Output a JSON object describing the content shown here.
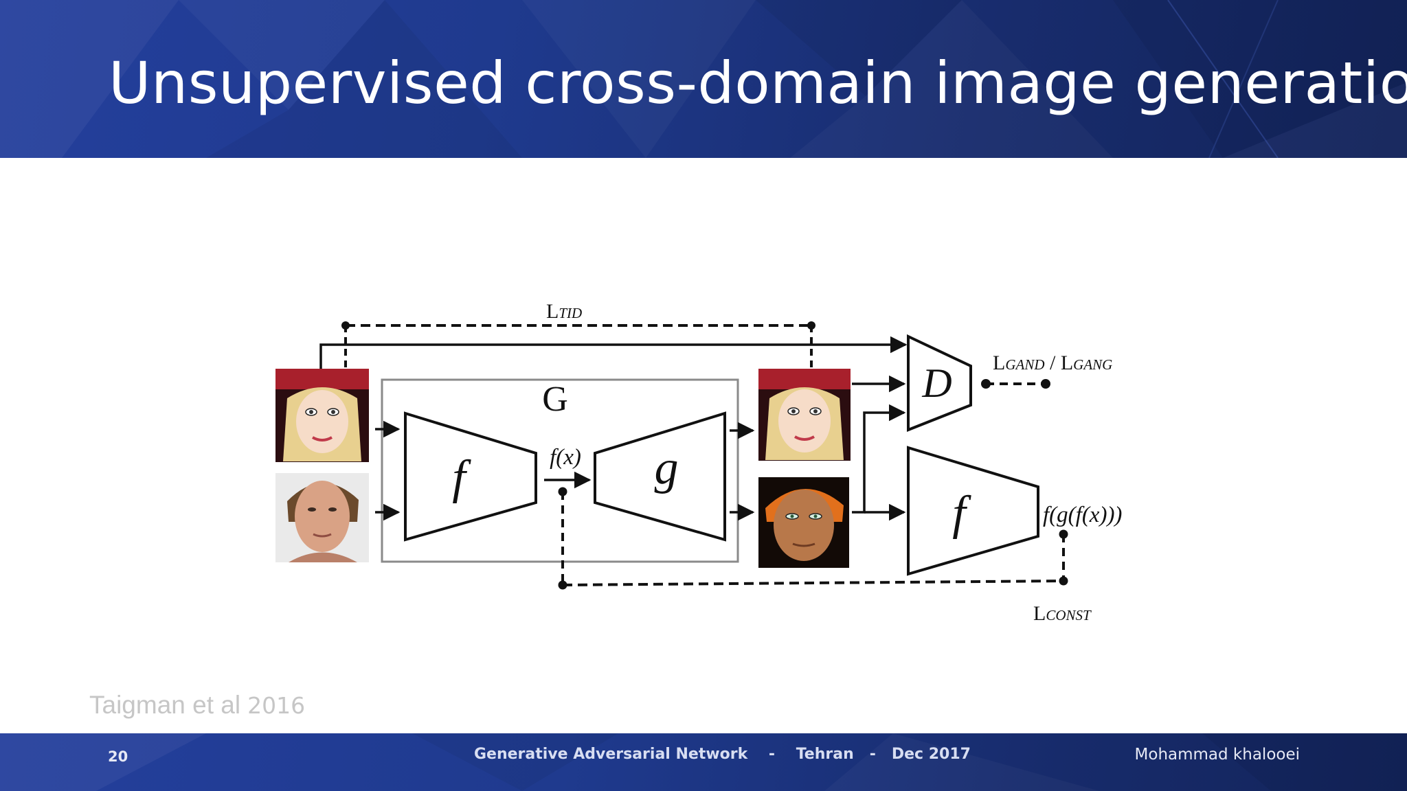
{
  "slide": {
    "title": "Unsupervised cross-domain image generation",
    "citation_authors": "Taigman et al",
    "citation_year": "2016"
  },
  "footer": {
    "page_number": "20",
    "topic": "Generative Adversarial Network",
    "separator": "-",
    "city": "Tehran",
    "date": "Dec 2017",
    "author": "Mohammad khalooei"
  },
  "diagram": {
    "generator_label": "G",
    "encoder_label": "f",
    "decoder_label": "g",
    "discriminator_label": "D",
    "encoder2_label": "f",
    "fx_label": "f(x)",
    "fgfx_label": "f(g(f(x)))",
    "loss_tid": {
      "main": "L",
      "sub": "TID"
    },
    "loss_gan": {
      "main1": "L",
      "sub1": "GAND",
      "slash": " / ",
      "main2": "L",
      "sub2": "GANG"
    },
    "loss_const": {
      "main": "L",
      "sub": "CONST"
    }
  },
  "colors": {
    "header_blue": "#1f3a8e",
    "footer_blue": "#1f3a8e",
    "citation_gray": "#c6c6c6",
    "diagram_line": "#111111",
    "g_box": "#8a8a8a"
  },
  "icons": [
    "emoji-face-source-icon",
    "photo-face-icon",
    "emoji-face-output-icon",
    "emoji-face-generated-icon"
  ]
}
